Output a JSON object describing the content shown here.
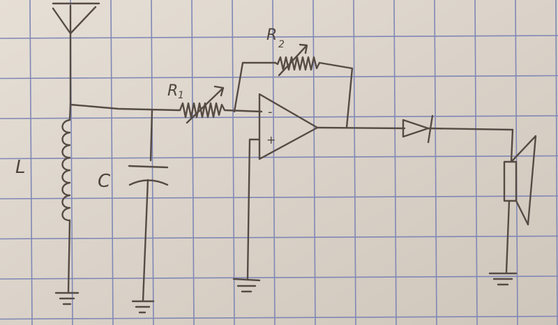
{
  "labels": {
    "inductor": "L",
    "capacitor": "C",
    "resistor1": "R",
    "resistor1_sub": "1",
    "resistor2": "R",
    "resistor2_sub": "2",
    "opamp_inverting": "-",
    "opamp_noninverting": "+"
  },
  "colors": {
    "paper": "#ddd5cb",
    "grid": "#7f87b5",
    "pencil": "#554b44"
  }
}
